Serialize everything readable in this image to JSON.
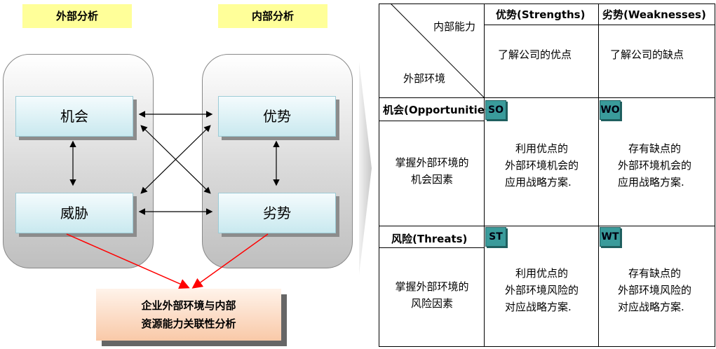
{
  "left": {
    "external_header": "外部分析",
    "internal_header": "内部分析",
    "opportunity": "机会",
    "threat": "威胁",
    "strength": "优势",
    "weakness": "劣势",
    "result_line1": "企业外部环境与内部",
    "result_line2": "资源能力关联性分析"
  },
  "matrix": {
    "corner_internal": "内部能力",
    "corner_external": "外部环境",
    "strengths_head": "优势(Strengths)",
    "weaknesses_head": "劣势(Weaknesses)",
    "strengths_desc": "了解公司的优点",
    "weaknesses_desc": "了解公司的缺点",
    "opportunities_head": "机会(Opportunities)",
    "opportunities_desc": [
      "掌握外部环境的",
      "机会因素"
    ],
    "threats_head": "风险(Threats)",
    "threats_desc": [
      "掌握外部环境的",
      "风险因素"
    ],
    "so_tag": "SO",
    "wo_tag": "WO",
    "st_tag": "ST",
    "wt_tag": "WT",
    "so_text": [
      "利用优点的",
      "外部环境机会的",
      "应用战略方案."
    ],
    "wo_text": [
      "存有缺点的",
      "外部环境机会的",
      "应用战略方案."
    ],
    "st_text": [
      "利用优点的",
      "外部环境风险的",
      "对应战略方案."
    ],
    "wt_text": [
      "存有缺点的",
      "外部环境风险的",
      "对应战略方案."
    ]
  },
  "colors": {
    "header_bg": "#ffff99",
    "tag_bg": "#3a9b9b",
    "arrow_red": "#ff0000"
  }
}
